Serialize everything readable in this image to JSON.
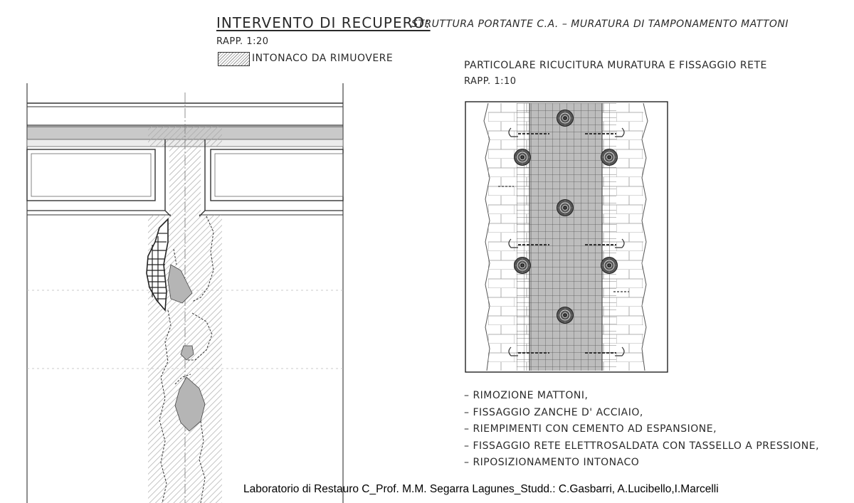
{
  "header": {
    "title_main": "INTERVENTO DI RECUPERO:",
    "title_sub": "STRUTTURA PORTANTE C.A. – MURATURA DI TAMPONAMENTO MATTONI",
    "scale": "RAPP. 1:20"
  },
  "legend": {
    "label": "INTONACO DA RIMUOVERE"
  },
  "detail": {
    "title": "PARTICOLARE RICUCITURA MURATURA E FISSAGGIO RETE",
    "scale": "RAPP. 1:10"
  },
  "notes": [
    "– RIMOZIONE MATTONI,",
    "– FISSAGGIO ZANCHE D' ACCIAIO,",
    "– RIEMPIMENTI CON CEMENTO AD ESPANSIONE,",
    "– FISSAGGIO RETE ELETTROSALDATA CON TASSELLO A PRESSIONE,",
    "– RIPOSIZIONAMENTO INTONACO"
  ],
  "credits": "Laboratorio di Restauro C_Prof. M.M. Segarra Lagunes_Studd.: C.Gasbarri, A.Lucibello,I.Marcelli",
  "colors": {
    "line": "#333333",
    "concrete_band": "#c9c9c9",
    "mesh_fill": "#bdbdbd",
    "hatch": "#9a9a9a"
  }
}
